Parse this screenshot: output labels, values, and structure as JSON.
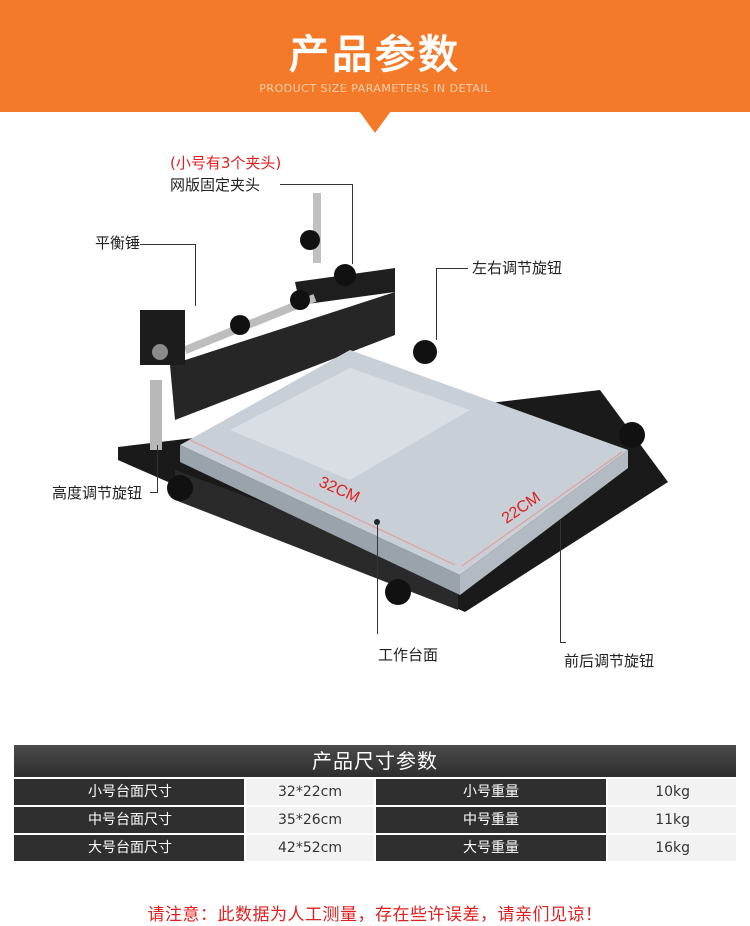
{
  "header": {
    "title": "产品参数",
    "subtitle": "PRODUCT SIZE PARAMETERS IN DETAIL"
  },
  "callouts": {
    "clamp_note": "(小号有3个夹头)",
    "clamp": "网版固定夹头",
    "counterweight": "平衡锤",
    "lr_knob": "左右调节旋钮",
    "height_knob": "高度调节旋钮",
    "worktable": "工作台面",
    "fb_knob": "前后调节旋钮"
  },
  "dimensions": {
    "length": "32CM",
    "width": "22CM"
  },
  "specs": {
    "title": "产品尺寸参数",
    "rows": [
      {
        "size_label": "小号台面尺寸",
        "size_value": "32*22cm",
        "weight_label": "小号重量",
        "weight_value": "10kg"
      },
      {
        "size_label": "中号台面尺寸",
        "size_value": "35*26cm",
        "weight_label": "中号重量",
        "weight_value": "11kg"
      },
      {
        "size_label": "大号台面尺寸",
        "size_value": "42*52cm",
        "weight_label": "大号重量",
        "weight_value": "16kg"
      }
    ]
  },
  "footer": {
    "note": "请注意：此数据为人工测量，存在些许误差，请亲们见谅！"
  },
  "colors": {
    "accent": "#f47a2a",
    "warning": "#e02020",
    "table_dark": "#2f2f2f"
  }
}
